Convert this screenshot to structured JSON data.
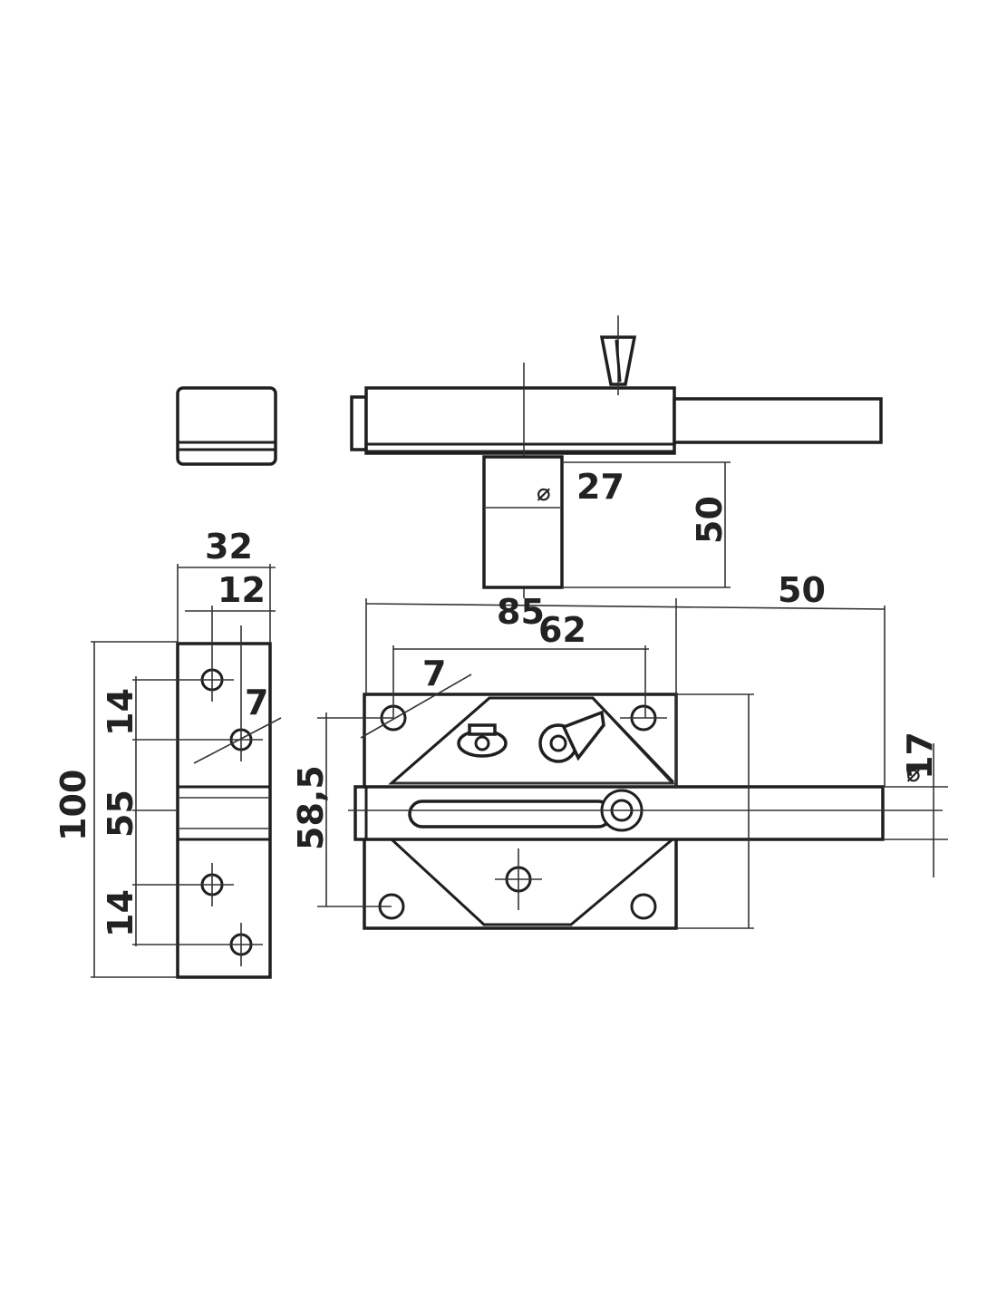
{
  "drawing": {
    "dimensions": {
      "top_bolt_diameter": "27",
      "top_bolt_height": "50",
      "keeper_width": "32",
      "keeper_hole_offset": "12",
      "keeper_hole_dia": "7",
      "keeper_height": "100",
      "keeper_upper_pitch": "14",
      "keeper_mid_gap": "55",
      "keeper_lower_pitch": "14",
      "body_width": "85",
      "body_hole_pitch": "62",
      "body_hole_dia": "7",
      "body_hole_vertical": "58,5",
      "bolt_projection": "50",
      "bolt_diameter": "17"
    }
  }
}
